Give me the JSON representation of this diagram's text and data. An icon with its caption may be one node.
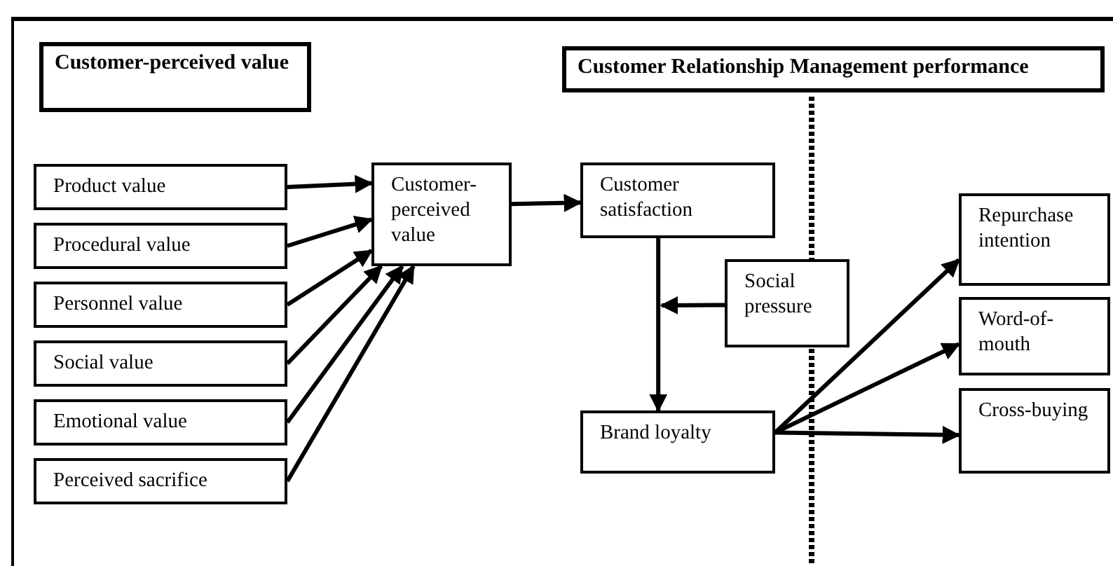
{
  "diagram": {
    "nodes": [
      {
        "text": [
          "Customer-perceived value"
        ]
      },
      {
        "text": [
          "Customer Relationship Management performance"
        ]
      },
      {
        "text": [
          "Product value"
        ]
      },
      {
        "text": [
          "Procedural value"
        ]
      },
      {
        "text": [
          "Personnel value"
        ]
      },
      {
        "text": [
          "Social value"
        ]
      },
      {
        "text": [
          "Emotional value"
        ]
      },
      {
        "text": [
          "Perceived sacrifice"
        ]
      },
      {
        "text": [
          "Customer-perceived value"
        ]
      },
      {
        "text": [
          "Customer satisfaction"
        ]
      },
      {
        "text": [
          "Social pressure"
        ]
      },
      {
        "text": [
          "Brand loyalty"
        ]
      },
      {
        "text": [
          "Repurchase intention"
        ]
      },
      {
        "text": [
          "Word-of-mouth"
        ]
      },
      {
        "text": [
          "Cross-buying"
        ]
      }
    ],
    "edges": [
      {
        "from": 2,
        "to": 8,
        "arrow": "to"
      },
      {
        "from": 3,
        "to": 8,
        "arrow": "to"
      },
      {
        "from": 4,
        "to": 8,
        "arrow": "to"
      },
      {
        "from": 5,
        "to": 8,
        "arrow": "to"
      },
      {
        "from": 6,
        "to": 8,
        "arrow": "to"
      },
      {
        "from": 7,
        "to": 8,
        "arrow": "to"
      },
      {
        "from": 8,
        "to": 9,
        "arrow": "to"
      },
      {
        "from": 9,
        "to": 11,
        "arrow": "to"
      },
      {
        "from": 10,
        "to": null,
        "arrow": "to"
      },
      {
        "from": 11,
        "to": 12,
        "arrow": "to"
      },
      {
        "from": 11,
        "to": 13,
        "arrow": "to"
      },
      {
        "from": 11,
        "to": 14,
        "arrow": "to"
      }
    ]
  }
}
